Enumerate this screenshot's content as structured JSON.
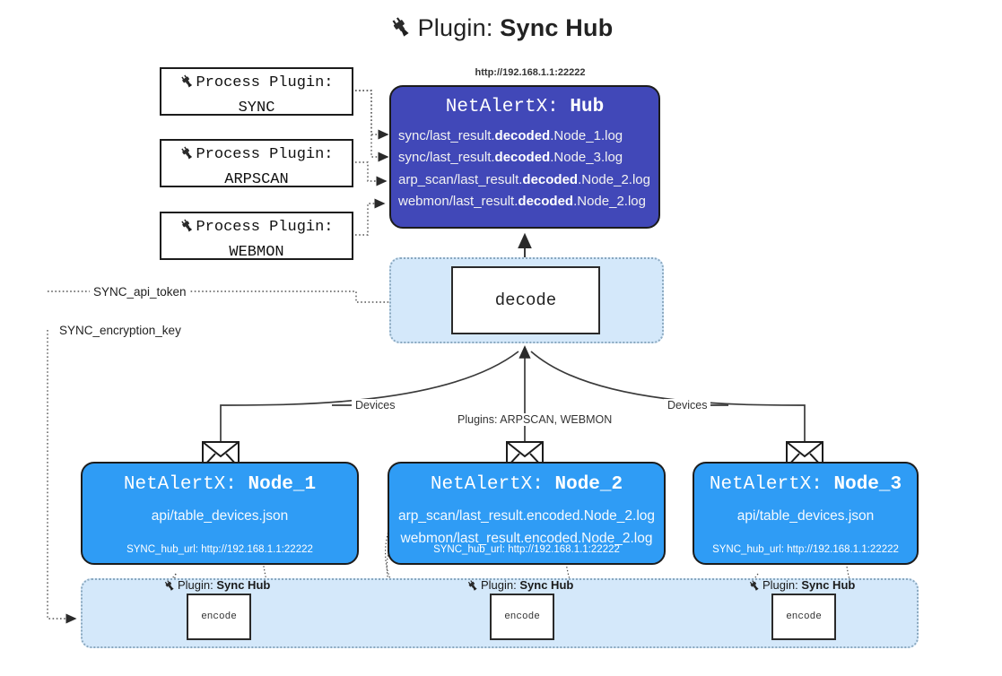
{
  "title": {
    "icon": "plug-icon",
    "prefix": "Plugin:",
    "name": "Sync Hub"
  },
  "process_plugins": [
    {
      "icon": "plug-icon",
      "line1": "Process Plugin:",
      "line2": "SYNC"
    },
    {
      "icon": "plug-icon",
      "line1": "Process Plugin:",
      "line2": "ARPSCAN"
    },
    {
      "icon": "plug-icon",
      "line1": "Process Plugin:",
      "line2": "WEBMON"
    }
  ],
  "hub": {
    "url": "http://192.168.1.1:22222",
    "title_prefix": "NetAlertX:",
    "title_name": "Hub",
    "logs": [
      {
        "pre": "sync/last_result.",
        "mid": "decoded",
        "post": ".Node_1.log"
      },
      {
        "pre": "sync/last_result.",
        "mid": "decoded",
        "post": ".Node_3.log"
      },
      {
        "pre": "arp_scan/last_result.",
        "mid": "decoded",
        "post": ".Node_2.log"
      },
      {
        "pre": "webmon/last_result.",
        "mid": "decoded",
        "post": ".Node_2.log"
      }
    ]
  },
  "decode": {
    "box_label": "decode"
  },
  "tokens": [
    {
      "label": "SYNC_api_token"
    },
    {
      "label": "SYNC_encryption_key"
    }
  ],
  "edge_labels": {
    "devices_left": "Devices",
    "devices_right": "Devices",
    "plugins_center": "Plugins: ARPSCAN, WEBMON"
  },
  "nodes": [
    {
      "icon": "envelope-icon",
      "title_prefix": "NetAlertX:",
      "title_name": "Node_1",
      "lines": [
        "api/table_devices.json"
      ],
      "hub_url": "SYNC_hub_url: http://192.168.1.1:22222"
    },
    {
      "icon": "envelope-icon",
      "title_prefix": "NetAlertX:",
      "title_name": "Node_2",
      "lines": [
        "arp_scan/last_result.encoded.Node_2.log",
        "webmon/last_result.encoded.Node_2.log"
      ],
      "hub_url": "SYNC_hub_url: http://192.168.1.1:22222"
    },
    {
      "icon": "envelope-icon",
      "title_prefix": "NetAlertX:",
      "title_name": "Node_3",
      "lines": [
        "api/table_devices.json"
      ],
      "hub_url": "SYNC_hub_url: http://192.168.1.1:22222"
    }
  ],
  "encoders": [
    {
      "icon": "plug-icon",
      "label_prefix": "Plugin:",
      "label_name": "Sync Hub",
      "box_label": "encode"
    },
    {
      "icon": "plug-icon",
      "label_prefix": "Plugin:",
      "label_name": "Sync Hub",
      "box_label": "encode"
    },
    {
      "icon": "plug-icon",
      "label_prefix": "Plugin:",
      "label_name": "Sync Hub",
      "box_label": "encode"
    }
  ],
  "colors": {
    "hub_fill": "#4148b8",
    "node_fill": "#2f9cf5",
    "container_fill": "#d4e8fa",
    "stroke": "#1c1c1c"
  }
}
